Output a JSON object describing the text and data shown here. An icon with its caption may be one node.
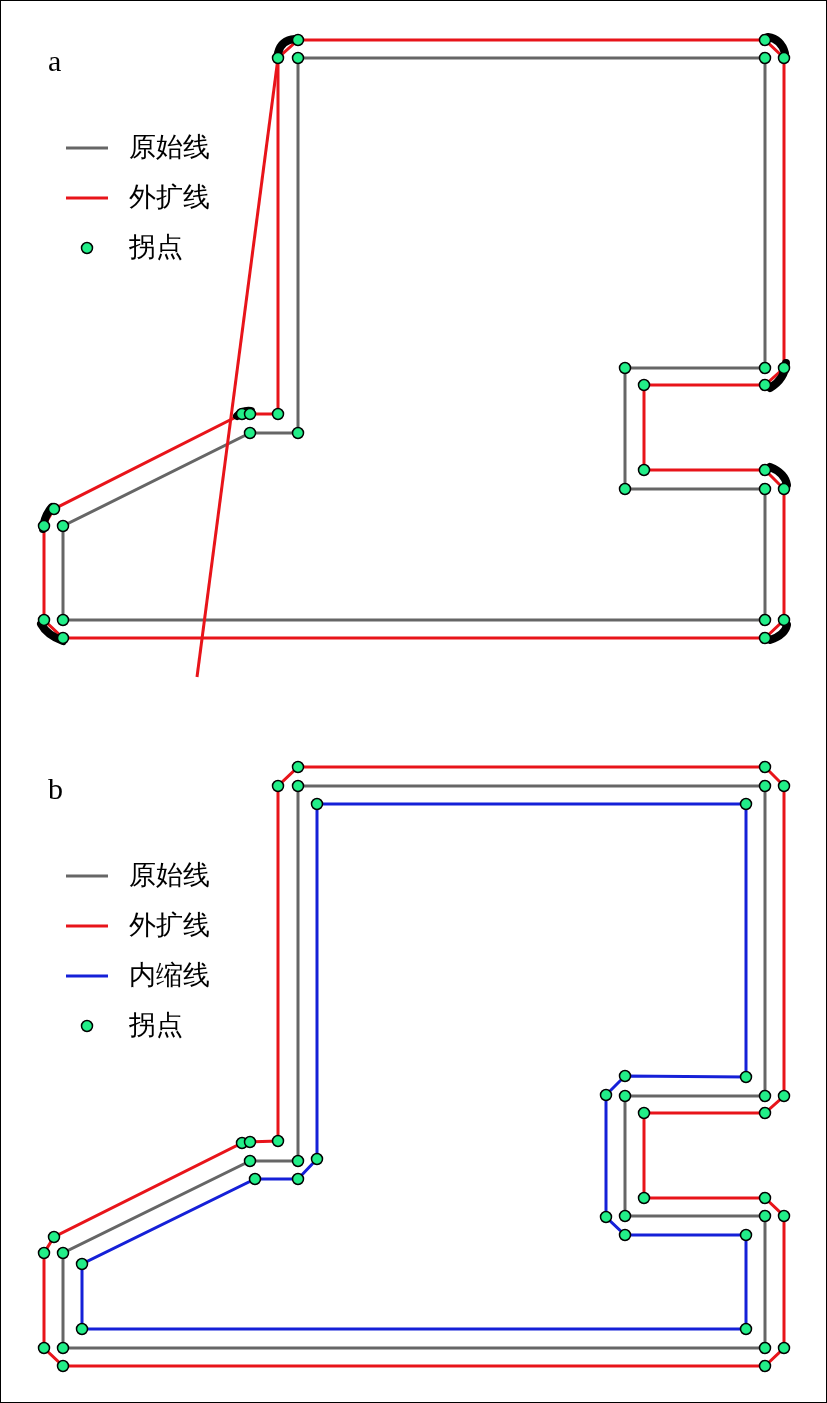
{
  "diagram": {
    "labels": [
      "a",
      "b"
    ],
    "legend": [
      {
        "text": "原始线"
      },
      {
        "text": "外扩线"
      },
      {
        "text": "拐点"
      },
      {
        "text": "原始线"
      },
      {
        "text": "外扩线"
      },
      {
        "text": "内缩线"
      },
      {
        "text": "拐点"
      }
    ]
  }
}
